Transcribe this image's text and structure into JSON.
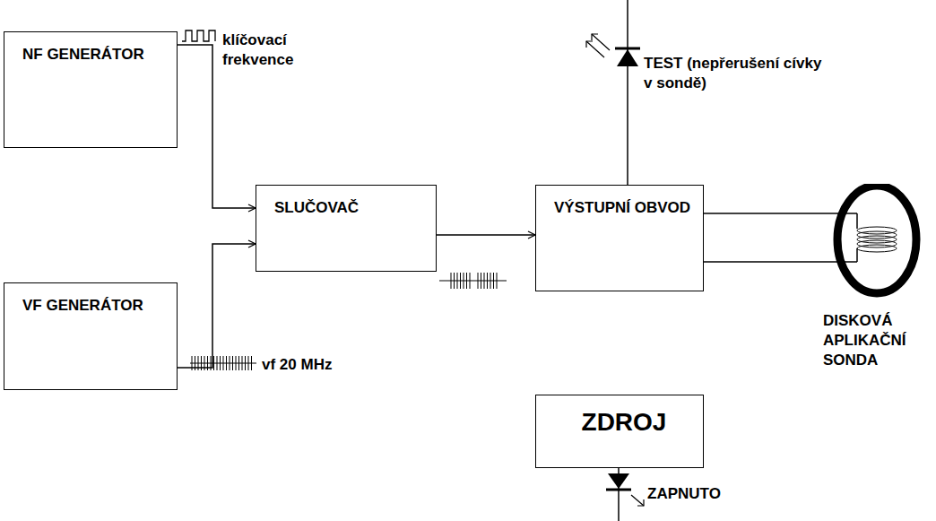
{
  "diagram": {
    "nodes": [
      {
        "text": [
          "NF GENERÁTOR"
        ]
      },
      {
        "text": [
          "VF GENERÁTOR"
        ]
      },
      {
        "text": [
          "SLUČOVAČ"
        ]
      },
      {
        "text": [
          "VÝSTUPNÍ OBVOD"
        ]
      },
      {
        "text": [
          "ZDROJ"
        ]
      },
      {
        "text": [
          "DISKOVÁ APLIKAČNÍ SONDA"
        ]
      }
    ],
    "edges": [
      {
        "from": 0,
        "to": 2,
        "arrow": "to"
      },
      {
        "from": 1,
        "to": 2,
        "arrow": "to"
      },
      {
        "from": 2,
        "to": 3,
        "arrow": "to"
      },
      {
        "from": 3,
        "to": 5,
        "arrow": "none"
      },
      {
        "from": 3,
        "to": 5,
        "arrow": "none"
      }
    ],
    "labels": [
      "klíčovací frekvence",
      "vf 20 MHz",
      "TEST (nepřerušení cívky v sondě)",
      "ZAPNUTO"
    ]
  }
}
